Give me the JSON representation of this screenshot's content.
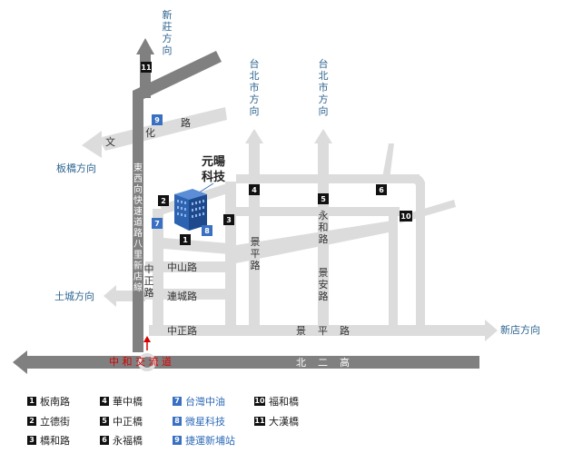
{
  "directions": {
    "xinzhuang": "新\n莊\n方\n向",
    "taipei1": "台\n北\n市\n方\n向",
    "taipei2": "台\n北\n市\n方\n向",
    "banqiao": "板橋方向",
    "tucheng": "土城方向",
    "xindian": "新店方向"
  },
  "company": {
    "line1": "元暘",
    "line2": "科技"
  },
  "roads": {
    "wenhua_1": "文",
    "wenhua_2": "化",
    "wenhua_3": "路",
    "expressway": "東\n西\n向\n快\n速\n道\n路\n八\n里\n新\n店\n線",
    "zhongshan": "中山路",
    "liancheng": "連城路",
    "zhongzheng_h": "中正路",
    "zhongzheng_v": "中\n正\n路",
    "jingping_v": "景\n平\n路",
    "jingping_h1": "景",
    "jingping_h2": "平",
    "jingping_h3": "路",
    "yonghe": "永\n和\n路",
    "jingan": "景\n安\n路",
    "zhonghe_exchange": "中 和 交 流 道",
    "beier_1": "北",
    "beier_2": "二",
    "beier_3": "高"
  },
  "legend": [
    {
      "num": "1",
      "label": "板南路",
      "type": "black"
    },
    {
      "num": "2",
      "label": "立德街",
      "type": "black"
    },
    {
      "num": "3",
      "label": "橋和路",
      "type": "black"
    },
    {
      "num": "4",
      "label": "華中橋",
      "type": "black"
    },
    {
      "num": "5",
      "label": "中正橋",
      "type": "black"
    },
    {
      "num": "6",
      "label": "永福橋",
      "type": "black"
    },
    {
      "num": "7",
      "label": "台灣中油",
      "type": "blue"
    },
    {
      "num": "8",
      "label": "微星科技",
      "type": "blue"
    },
    {
      "num": "9",
      "label": "捷運新埔站",
      "type": "blue"
    },
    {
      "num": "10",
      "label": "福和橋",
      "type": "black"
    },
    {
      "num": "11",
      "label": "大漢橋",
      "type": "black"
    }
  ],
  "colors": {
    "road_light": "#dcdcdc",
    "road_dark": "#808080",
    "direction_text": "#2c6490",
    "badge_black": "#111111",
    "badge_blue": "#3a70c2",
    "exchange_text": "#d60000",
    "building": "#2d63b0"
  }
}
